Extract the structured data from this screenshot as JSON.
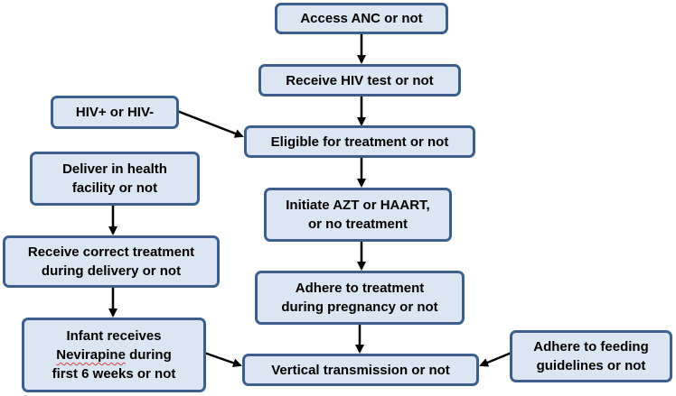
{
  "nodes": {
    "access_anc": "Access ANC or not",
    "receive_hiv_test": "Receive HIV test or not",
    "hiv_status": "HIV+ or HIV-",
    "eligible_treatment": "Eligible for treatment or not",
    "deliver_facility": [
      "Deliver in health",
      "facility or not"
    ],
    "initiate_treatment": [
      "Initiate AZT or HAART,",
      "or no treatment"
    ],
    "receive_correct_treatment": [
      "Receive correct treatment",
      "during delivery or not"
    ],
    "adhere_treatment": [
      "Adhere to treatment",
      "during pregnancy or not"
    ],
    "infant_nevirapine": {
      "line1": "Infant receives",
      "line2_word": "Nevirapine",
      "line2_rest": " during",
      "line3": "first 6 weeks or not"
    },
    "vertical_transmission": "Vertical transmission or not",
    "adhere_feeding": [
      "Adhere to feeding",
      "guidelines or not"
    ]
  },
  "colors": {
    "box_fill": "#dce6f2",
    "box_border": "#3c5f8c",
    "arrow": "#000000",
    "spellcheck_underline": "#d23b3b"
  }
}
